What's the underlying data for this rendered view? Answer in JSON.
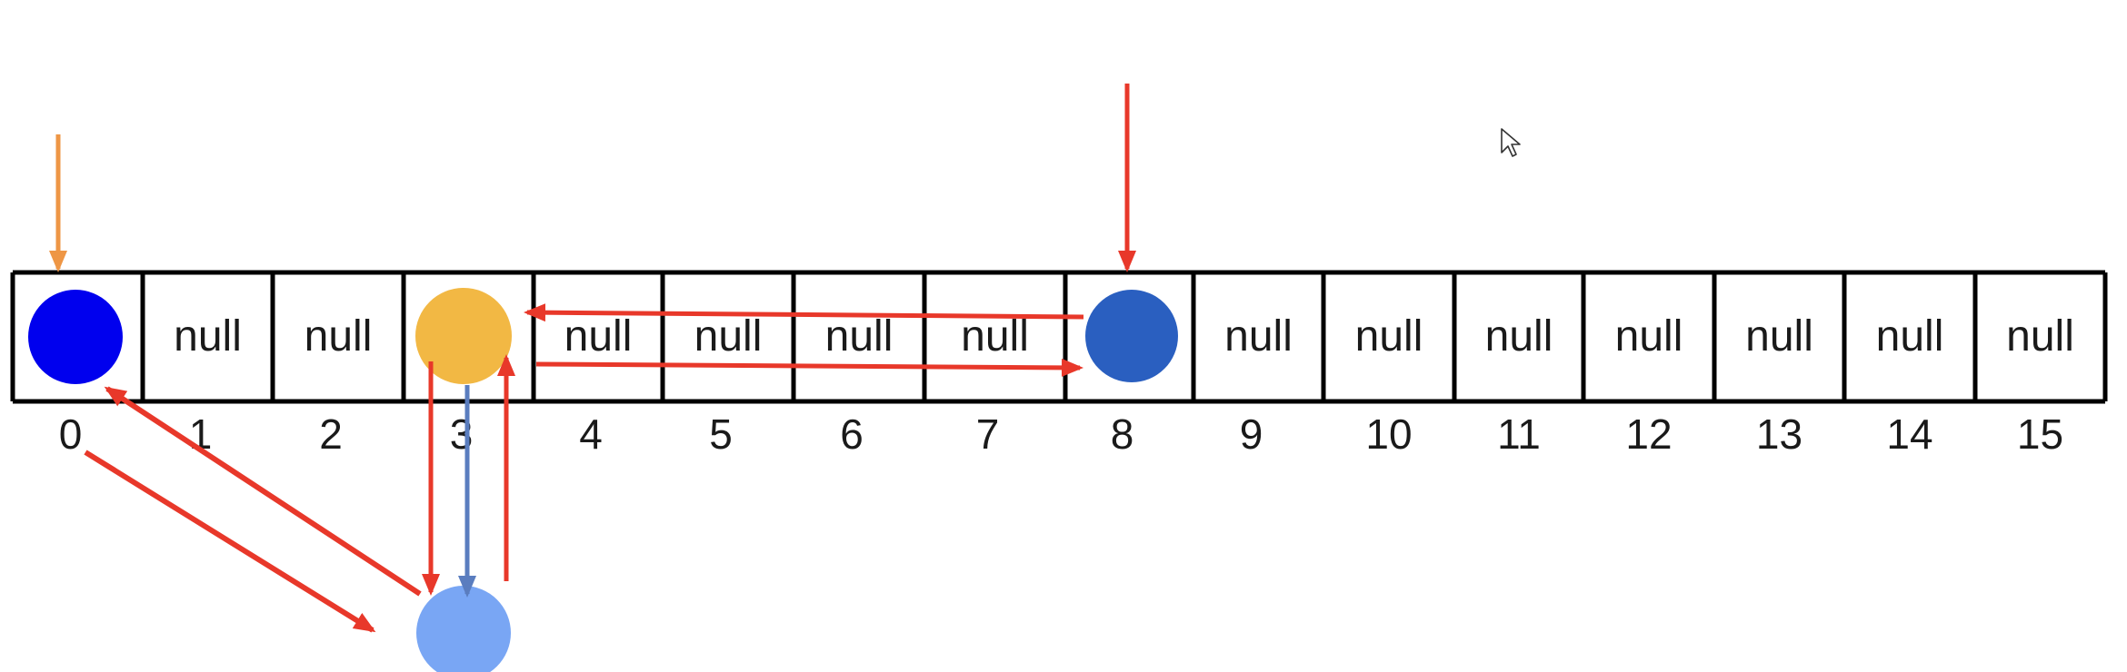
{
  "array": {
    "cells": [
      {
        "index": "0",
        "content": ""
      },
      {
        "index": "1",
        "content": "null"
      },
      {
        "index": "2",
        "content": "null"
      },
      {
        "index": "3",
        "content": ""
      },
      {
        "index": "4",
        "content": "null"
      },
      {
        "index": "5",
        "content": "null"
      },
      {
        "index": "6",
        "content": "null"
      },
      {
        "index": "7",
        "content": "null"
      },
      {
        "index": "8",
        "content": ""
      },
      {
        "index": "9",
        "content": "null"
      },
      {
        "index": "10",
        "content": "null"
      },
      {
        "index": "11",
        "content": "null"
      },
      {
        "index": "12",
        "content": "null"
      },
      {
        "index": "13",
        "content": "null"
      },
      {
        "index": "14",
        "content": "null"
      },
      {
        "index": "15",
        "content": "null"
      }
    ]
  },
  "nodes": [
    {
      "name": "node-at-index-0",
      "cell": "0",
      "color": "#0000ee"
    },
    {
      "name": "node-at-index-3",
      "cell": "3",
      "color": "#f2b844"
    },
    {
      "name": "node-at-index-8",
      "cell": "8",
      "color": "#2a5fc0"
    },
    {
      "name": "node-below-index-3",
      "cell": "3",
      "color": "#79a6f4"
    }
  ],
  "colors": {
    "red_arrow": "#e8382a",
    "orange_arrow": "#ee9645",
    "blue_arrow": "#5a7dbf",
    "grid_line": "#000000"
  },
  "icons": {
    "cursor": "mouse-pointer-icon"
  }
}
